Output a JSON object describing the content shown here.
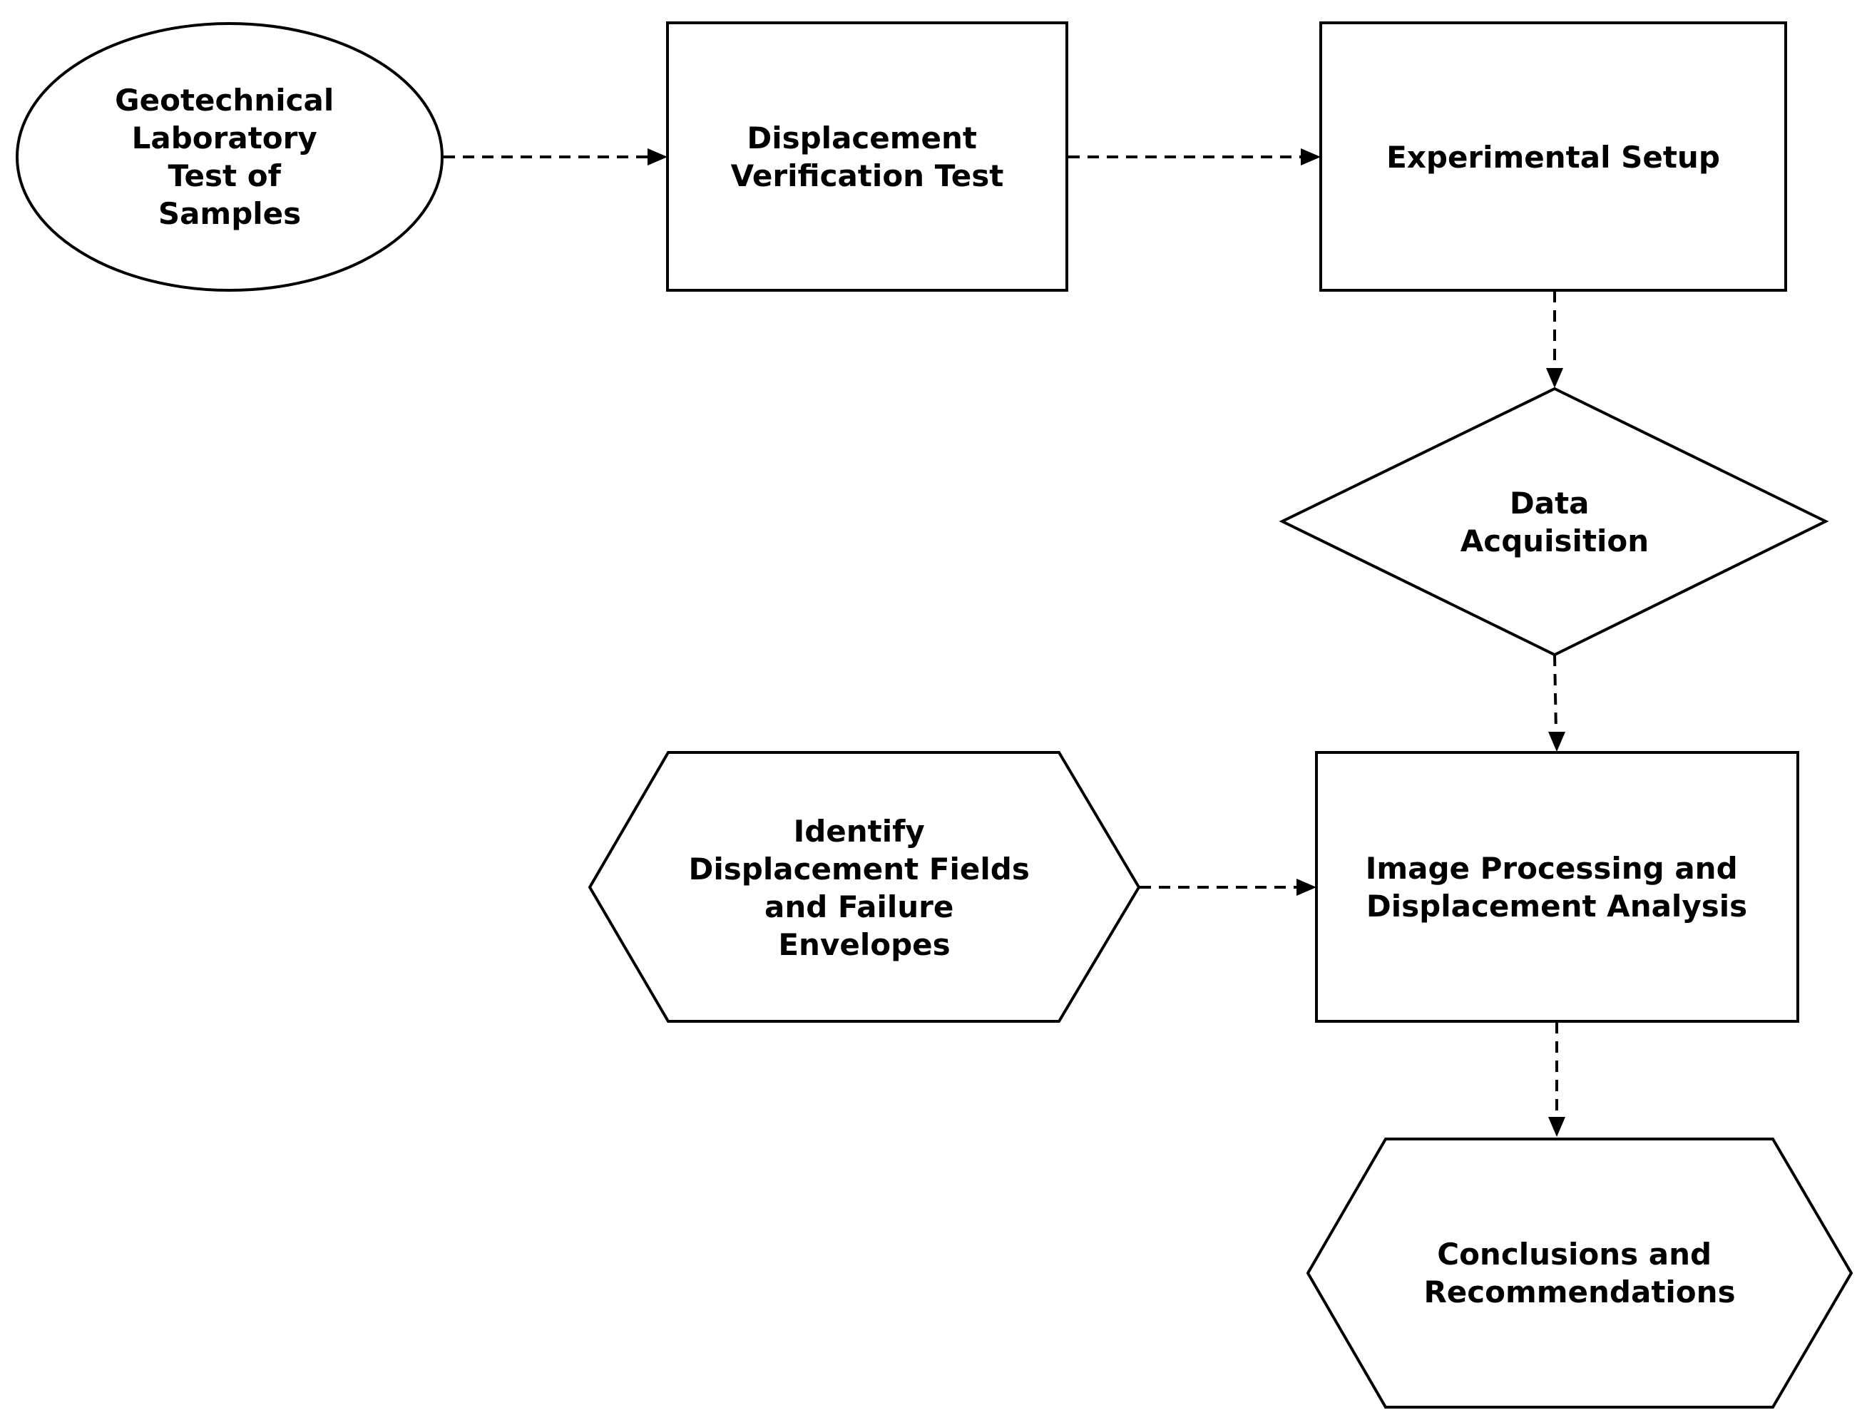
{
  "diagram": {
    "nodes": {
      "geotechnical_test": {
        "shape": "ellipse",
        "lines": [
          "Geotechnical",
          "Laboratory",
          "Test of",
          "Samples"
        ]
      },
      "displacement_verification": {
        "shape": "rectangle",
        "lines": [
          "Displacement",
          "Verification Test"
        ]
      },
      "experimental_setup": {
        "shape": "rectangle",
        "lines": [
          "Experimental Setup"
        ]
      },
      "data_acquisition": {
        "shape": "diamond",
        "lines": [
          "Data",
          "Acquisition"
        ]
      },
      "image_processing": {
        "shape": "rectangle",
        "lines": [
          "Image Processing and",
          "Displacement Analysis"
        ]
      },
      "identify_fields": {
        "shape": "hexagon",
        "lines": [
          "Identify",
          "Displacement Fields",
          "and Failure",
          "Envelopes"
        ]
      },
      "conclusions": {
        "shape": "hexagon",
        "lines": [
          "Conclusions and",
          "Recommendations"
        ]
      }
    },
    "edges": [
      {
        "from": "geotechnical_test",
        "to": "displacement_verification",
        "style": "dashed"
      },
      {
        "from": "displacement_verification",
        "to": "experimental_setup",
        "style": "dashed"
      },
      {
        "from": "experimental_setup",
        "to": "data_acquisition",
        "style": "dashed"
      },
      {
        "from": "data_acquisition",
        "to": "image_processing",
        "style": "dashed"
      },
      {
        "from": "identify_fields",
        "to": "image_processing",
        "style": "dashed"
      },
      {
        "from": "image_processing",
        "to": "conclusions",
        "style": "dashed"
      }
    ],
    "colors": {
      "stroke": "#000000",
      "fill": "#ffffff",
      "text": "#000000"
    }
  }
}
